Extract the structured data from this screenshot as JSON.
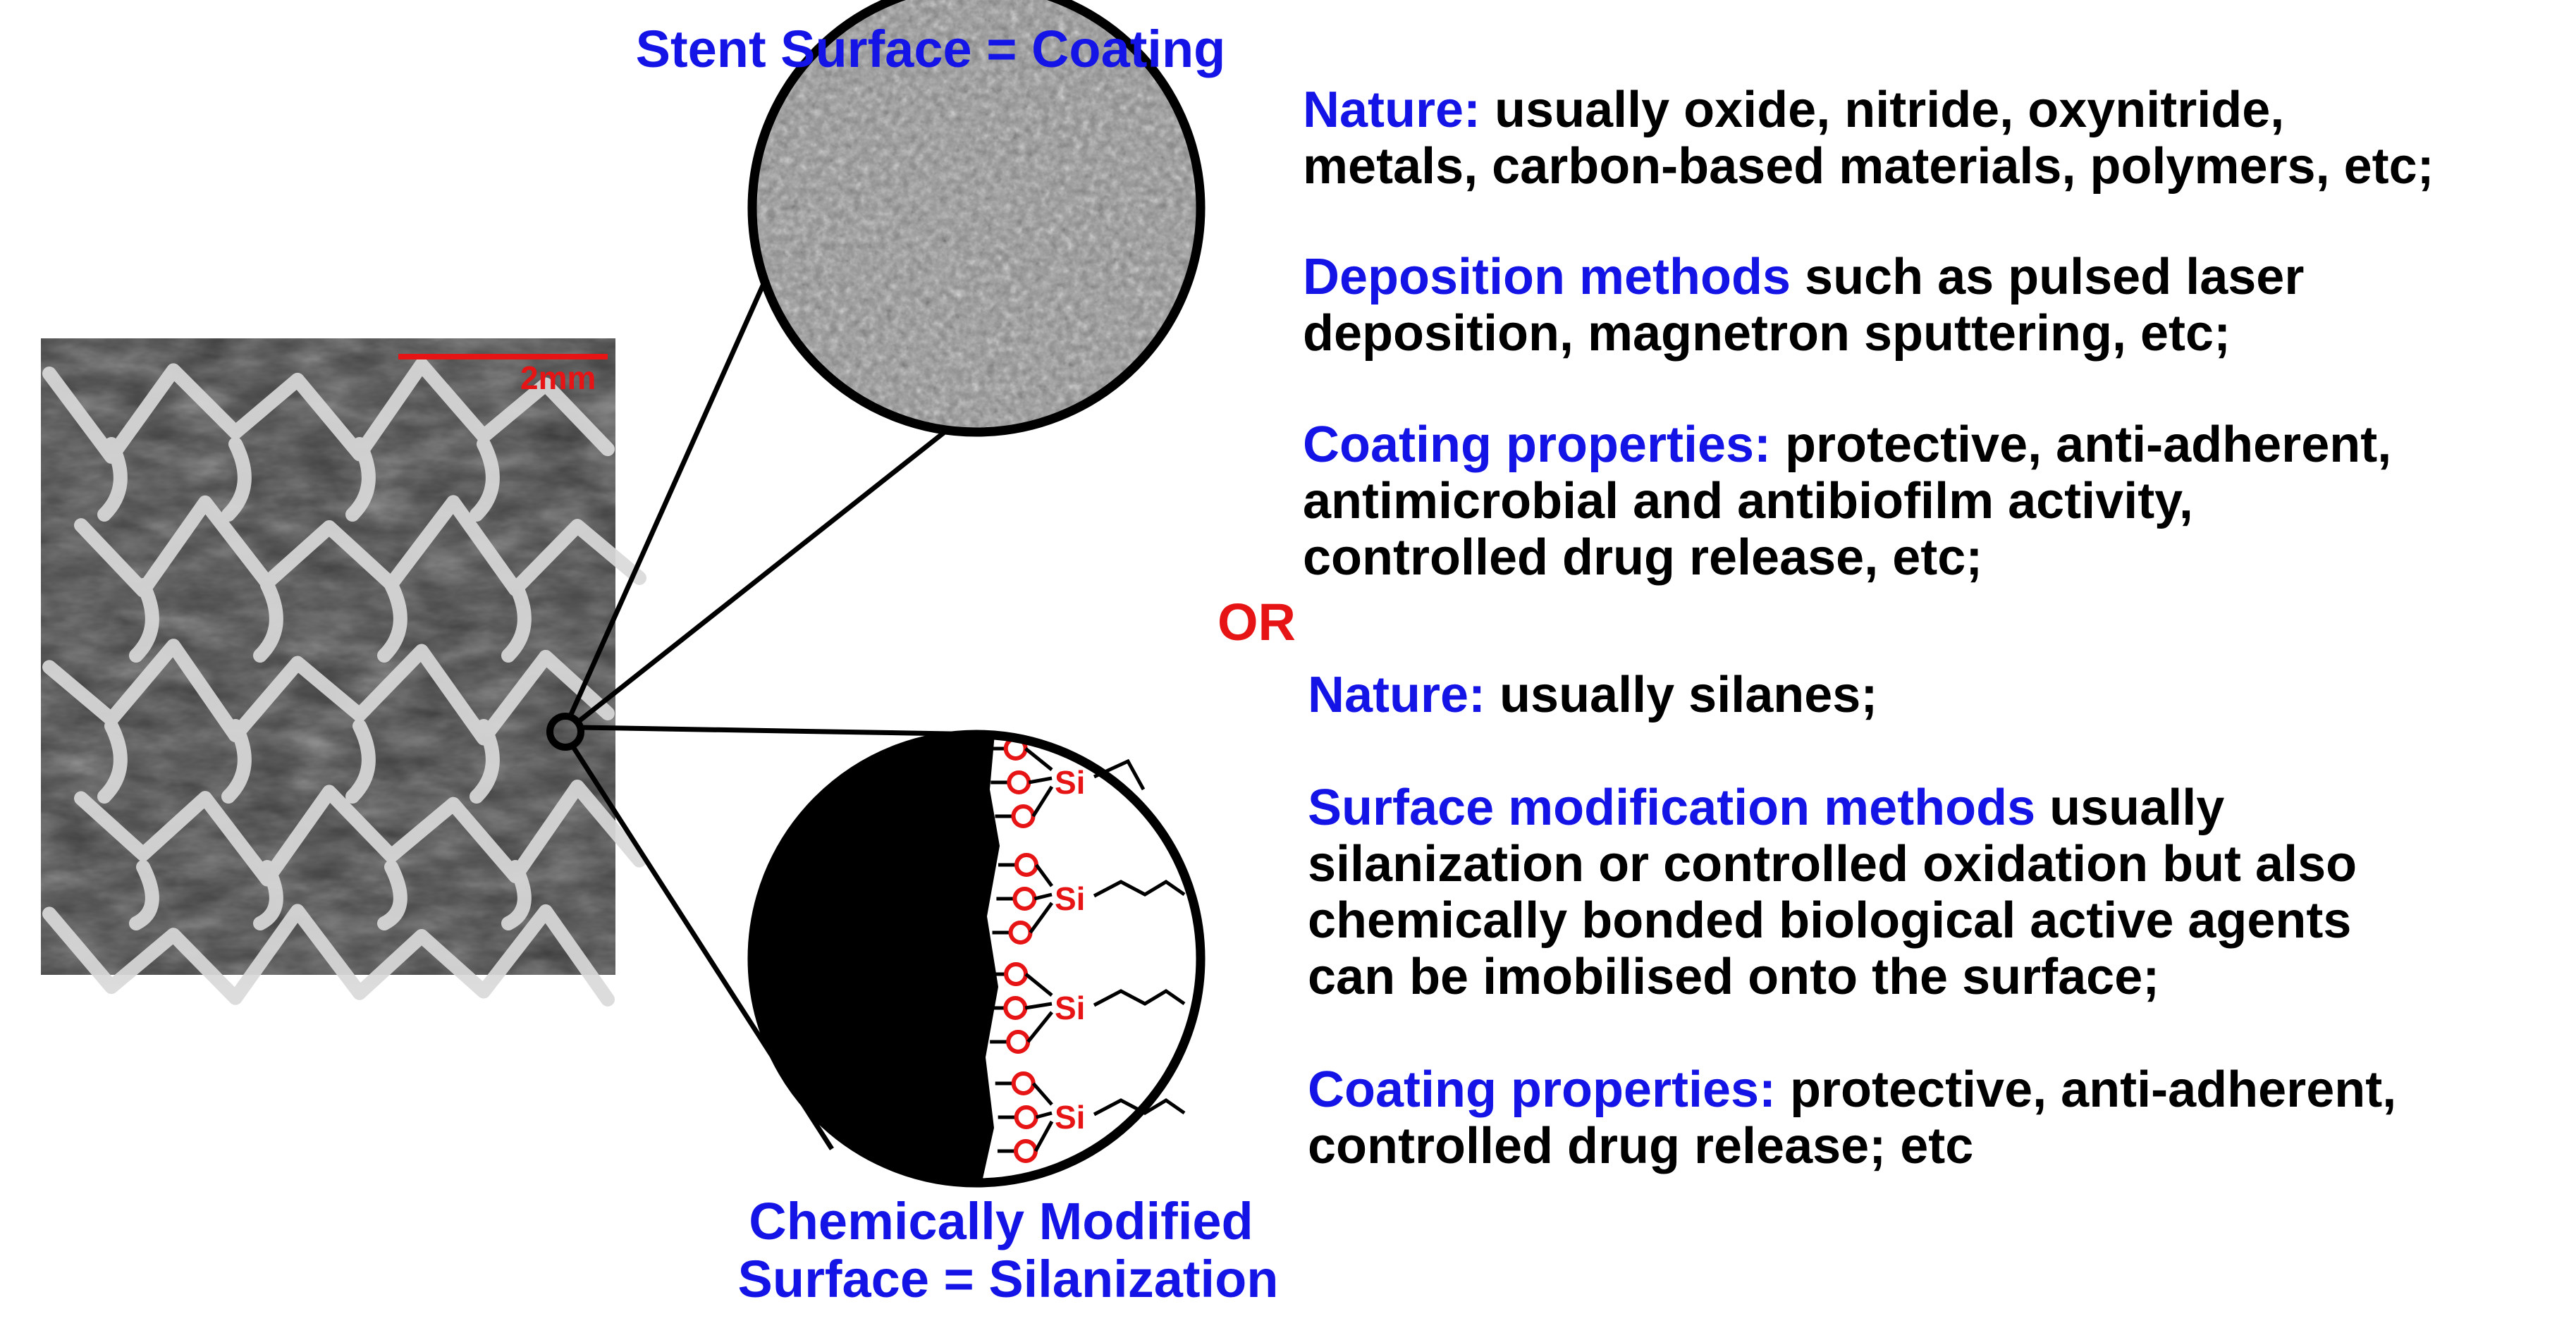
{
  "colors": {
    "accent": "#1414e6",
    "highlight": "#e61414",
    "text": "#000000"
  },
  "labels": {
    "top_circle": "Stent Surface = Coating",
    "bottom_circle_line1": "Chemically Modified",
    "bottom_circle_line2": "Surface = Silanization",
    "or": "OR",
    "scale_bar": "2mm",
    "atom_o": "O",
    "atom_si": "Si"
  },
  "coating": {
    "nature_key": "Nature:",
    "nature_l1": " usually oxide, nitride, oxynitride,",
    "nature_l2": "metals, carbon-based materials, polymers, etc;",
    "methods_key": "Deposition methods",
    "methods_l1": " such as pulsed laser",
    "methods_l2": "deposition, magnetron sputtering, etc;",
    "props_key": "Coating properties:",
    "props_l1": " protective, anti-adherent,",
    "props_l2": "antimicrobial and antibiofilm activity,",
    "props_l3": "controlled drug release, etc;"
  },
  "silanization": {
    "nature_key": "Nature:",
    "nature_l1": " usually silanes;",
    "methods_key": "Surface modification methods",
    "methods_l1": " usually",
    "methods_l2": "silanization or controlled oxidation but also",
    "methods_l3": "chemically bonded biological active agents",
    "methods_l4": "can be imobilised onto the surface;",
    "props_key": "Coating properties:",
    "props_l1": " protective, anti-adherent,",
    "props_l2": "controlled drug release; etc"
  }
}
